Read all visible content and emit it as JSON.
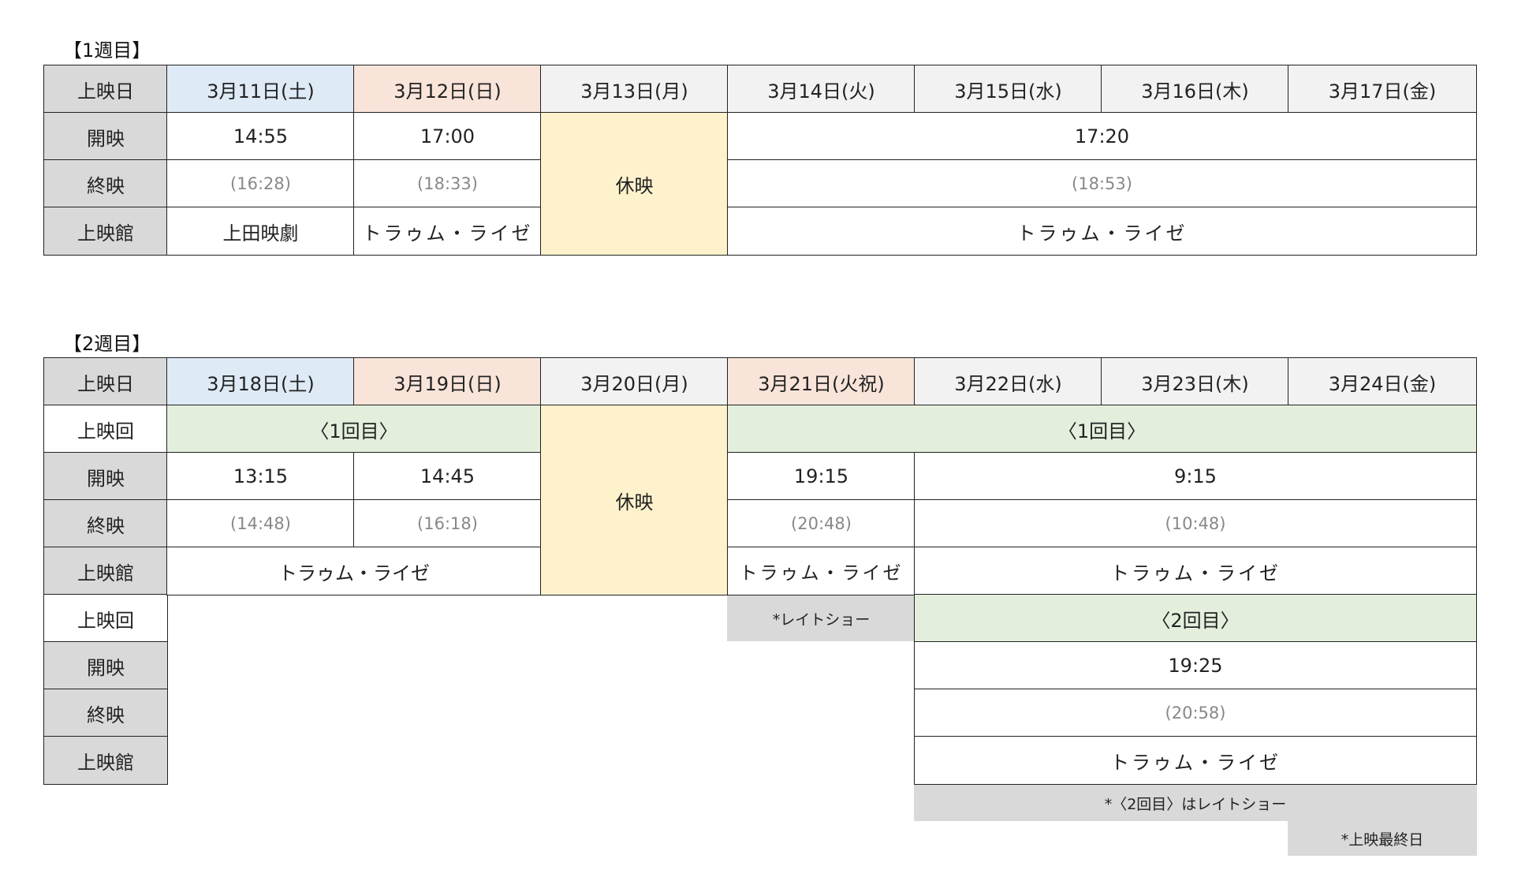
{
  "week1": {
    "heading": "【1週目】",
    "row_labels": {
      "date": "上映日",
      "start": "開映",
      "end": "終映",
      "venue": "上映館"
    },
    "dates": [
      "3月11日(土)",
      "3月12日(日)",
      "3月13日(月)",
      "3月14日(火)",
      "3月15日(水)",
      "3月16日(木)",
      "3月17日(金)"
    ],
    "sat": {
      "start": "14:55",
      "end": "(16:28)",
      "venue": "上田映劇"
    },
    "sun": {
      "start": "17:00",
      "end": "(18:33)",
      "venue": "トラゥム・ライゼ"
    },
    "closed": "休映",
    "weekdays": {
      "start": "17:20",
      "end": "(18:53)",
      "venue": "トラゥム・ライゼ"
    }
  },
  "week2": {
    "heading": "【2週目】",
    "row_labels": {
      "date": "上映日",
      "round": "上映回",
      "start": "開映",
      "end": "終映",
      "venue": "上映館",
      "round2": "上映回",
      "start2": "開映",
      "end2": "終映",
      "venue2": "上映館"
    },
    "dates": [
      "3月18日(土)",
      "3月19日(日)",
      "3月20日(月)",
      "3月21日(火祝)",
      "3月22日(水)",
      "3月23日(木)",
      "3月24日(金)"
    ],
    "weekend": {
      "round": "〈1回目〉",
      "sat_start": "13:15",
      "sun_start": "14:45",
      "sat_end": "(14:48)",
      "sun_end": "(16:18)",
      "venue": "トラゥム・ライゼ"
    },
    "closed": "休映",
    "later": {
      "round": "〈1回目〉",
      "holiday_start": "19:15",
      "holiday_end": "(20:48)",
      "holiday_venue": "トラゥム・ライゼ",
      "weekday_start": "9:15",
      "weekday_end": "(10:48)",
      "weekday_venue": "トラゥム・ライゼ",
      "holiday_note": "*レイトショー",
      "round2": "〈2回目〉",
      "start2": "19:25",
      "end2": "(20:58)",
      "venue2": "トラゥム・ライゼ"
    },
    "notes": {
      "late_show": "*〈2回目〉はレイトショー",
      "last_day": "*上映最終日"
    }
  }
}
